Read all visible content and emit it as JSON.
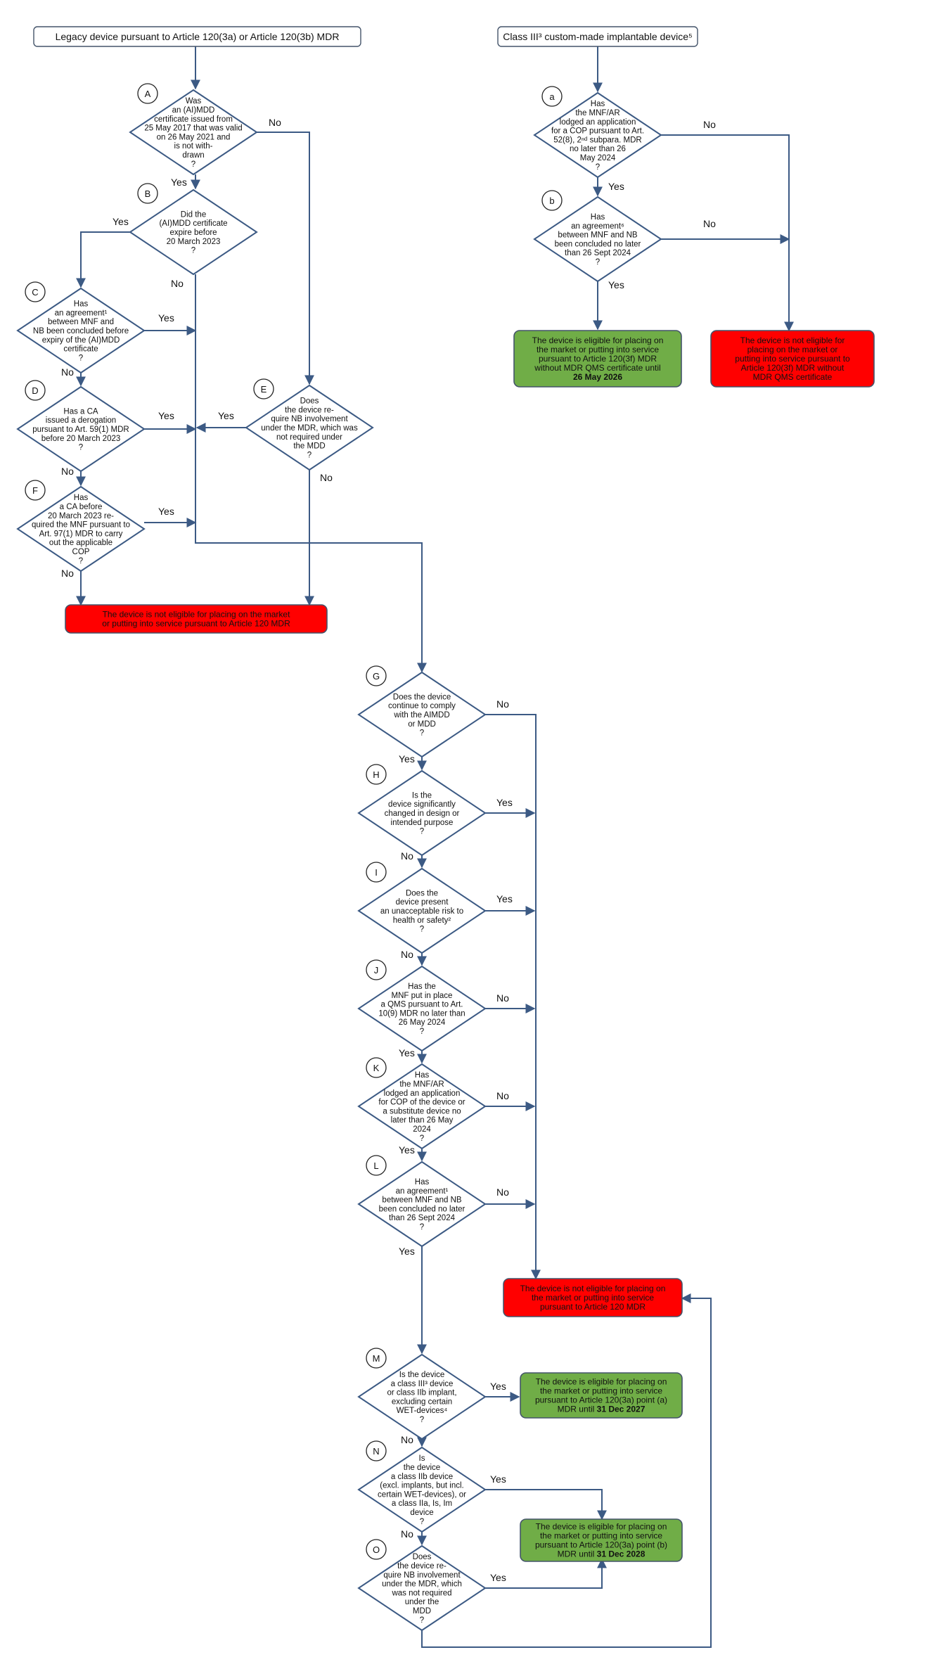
{
  "colors": {
    "line": "#3c5a84",
    "red_fill": "#ff0000",
    "red_text": "#8b0000",
    "green_fill": "#70ad47",
    "green_text": "#000000",
    "box_border": "#44546a"
  },
  "headers": {
    "legacy": "Legacy device pursuant to Article 120(3a) or Article 120(3b) MDR",
    "custom": "Class III³ custom-made implantable device⁵"
  },
  "answers": {
    "yes": "Yes",
    "no": "No"
  },
  "decisions": {
    "A": {
      "letter": "A",
      "lines": [
        "Was",
        "an (AI)MDD",
        "certificate issued from",
        "25 May 2017 that was valid",
        "on 26 May 2021 and",
        "is not with-",
        "drawn",
        "?"
      ]
    },
    "B": {
      "letter": "B",
      "lines": [
        "Did the",
        "(AI)MDD certificate",
        "expire before",
        "20 March 2023",
        "?"
      ]
    },
    "C": {
      "letter": "C",
      "lines": [
        "Has",
        "an agreement¹",
        "between MNF and",
        "NB been concluded before",
        "expiry of the (AI)MDD",
        "certificate",
        "?"
      ]
    },
    "D": {
      "letter": "D",
      "lines": [
        "Has a CA",
        "issued a derogation",
        "pursuant to Art. 59(1) MDR",
        "before 20 March 2023",
        "?"
      ]
    },
    "E": {
      "letter": "E",
      "lines": [
        "Does",
        "the device re-",
        "quire NB involvement",
        "under the MDR, which was",
        "not required under",
        "the MDD",
        "?"
      ]
    },
    "F": {
      "letter": "F",
      "lines": [
        "Has",
        "a CA before",
        "20 March 2023 re-",
        "quired the MNF pursuant to",
        "Art. 97(1) MDR to carry",
        "out the applicable",
        "COP",
        "?"
      ]
    },
    "G": {
      "letter": "G",
      "lines": [
        "Does the device",
        "continue to comply",
        "with the AIMDD",
        "or MDD",
        "?"
      ]
    },
    "H": {
      "letter": "H",
      "lines": [
        "Is the",
        "device significantly",
        "changed in design or",
        "intended purpose",
        "?"
      ]
    },
    "I": {
      "letter": "I",
      "lines": [
        "Does the",
        "device present",
        "an unacceptable risk to",
        "health or safety²",
        "?"
      ]
    },
    "J": {
      "letter": "J",
      "lines": [
        "Has the",
        "MNF put in place",
        "a QMS pursuant to Art.",
        "10(9) MDR no later than",
        "26 May 2024",
        "?"
      ]
    },
    "K": {
      "letter": "K",
      "lines": [
        "Has",
        "the MNF/AR",
        "lodged an application",
        "for COP of the device or",
        "a substitute device no",
        "later than 26 May",
        "2024",
        "?"
      ]
    },
    "L": {
      "letter": "L",
      "lines": [
        "Has",
        "an agreement¹",
        "between MNF and NB",
        "been concluded no later",
        "than 26 Sept 2024",
        "?"
      ]
    },
    "M": {
      "letter": "M",
      "lines": [
        "Is the device",
        "a class III³ device",
        "or class IIb implant,",
        "excluding certain",
        "WET-devices⁴",
        "?"
      ]
    },
    "N": {
      "letter": "N",
      "lines": [
        "Is",
        "the device",
        "a class IIb device",
        "(excl. implants, but incl.",
        "certain WET-devices), or",
        "a class IIa, Is, Im",
        "device",
        "?"
      ]
    },
    "O": {
      "letter": "O",
      "lines": [
        "Does",
        "the device re-",
        "quire NB involvement",
        "under the MDR, which",
        "was not required",
        "under the",
        "MDD",
        "?"
      ]
    },
    "a": {
      "letter": "a",
      "lines": [
        "Has",
        "the MNF/AR",
        "lodged an application",
        "for a COP pursuant to Art.",
        "52(8), 2ⁿᵈ subpara. MDR",
        "no later than 26",
        "May 2024",
        "?"
      ]
    },
    "b": {
      "letter": "b",
      "lines": [
        "Has",
        "an agreement⁶",
        "between MNF and NB",
        "been concluded no later",
        "than 26 Sept 2024",
        "?"
      ]
    }
  },
  "outcomes": {
    "not_eligible_main": [
      "The device is not eligible for placing on the market",
      "or putting into service pursuant to Article 120 MDR"
    ],
    "not_eligible_right": [
      "The device is not eligible for placing on",
      "the market or putting into service",
      "pursuant to Article 120 MDR"
    ],
    "eligible_3f": {
      "lines": [
        "The device is eligible for placing on",
        "the market or putting into service",
        "pursuant to Article 120(3f) MDR",
        "without MDR QMS certificate until"
      ],
      "bold": "26 May 2026"
    },
    "not_eligible_3f": [
      "The device is not eligible for",
      "placing on the market or",
      "putting into service pursuant to",
      "Article 120(3f) MDR without",
      "MDR QMS certificate"
    ],
    "eligible_3a_a": {
      "lines": [
        "The device is eligible for placing on",
        "the market or putting into service",
        "pursuant to Article 120(3a) point (a)"
      ],
      "last_prefix": "MDR until ",
      "bold": "31 Dec 2027"
    },
    "eligible_3a_b": {
      "lines": [
        "The device is eligible for placing on",
        "the market or putting into service",
        "pursuant to Article 120(3a) point (b)"
      ],
      "last_prefix": "MDR until ",
      "bold": "31 Dec 2028"
    }
  }
}
